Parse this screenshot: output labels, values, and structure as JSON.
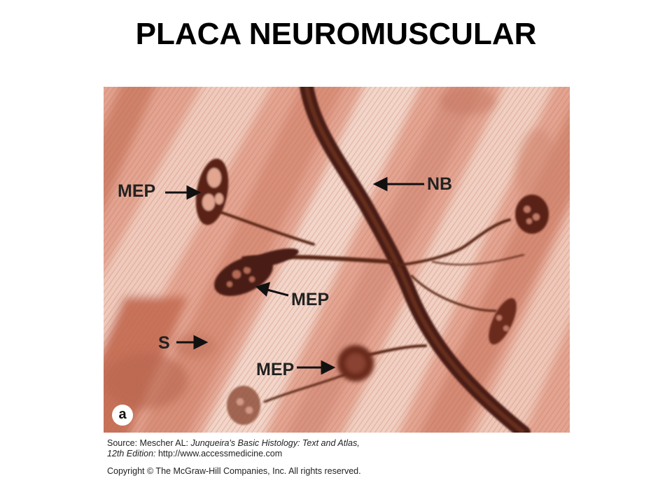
{
  "title": "PLACA NEUROMUSCULAR",
  "figure": {
    "labels": {
      "mep_1": "MEP",
      "mep_2": "MEP",
      "mep_3": "MEP",
      "nb": "NB",
      "s": "S"
    },
    "panel_letter": "a"
  },
  "source": {
    "prefix": "Source: Mescher AL: ",
    "book_title": "Junqueira's Basic Histology: Text and Atlas,",
    "edition": "12th Edition:",
    "url": " http://www.accessmedicine.com"
  },
  "copyright": "Copyright © The McGraw-Hill Companies, Inc. All rights reserved.",
  "colors": {
    "tissue_base": "#e6a894",
    "fiber_light": "#f1d1c4",
    "fiber_dark": "#c97a62",
    "nerve": "#4a1d12"
  }
}
